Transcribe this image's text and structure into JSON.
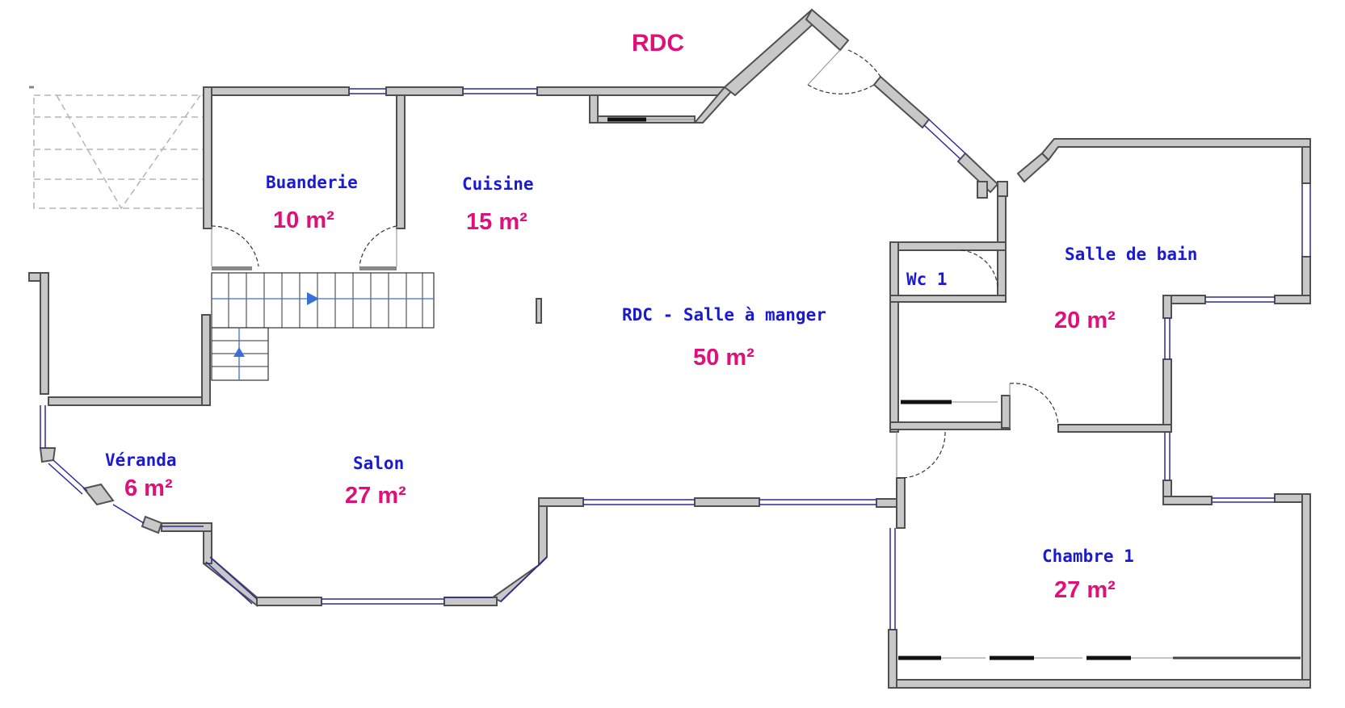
{
  "plan": {
    "title": "RDC",
    "rooms": [
      {
        "id": "buanderie",
        "name": "Buanderie",
        "area": "10 m²"
      },
      {
        "id": "cuisine",
        "name": "Cuisine",
        "area": "15 m²"
      },
      {
        "id": "salle-a-manger",
        "name": "RDC - Salle à manger",
        "area": "50 m²"
      },
      {
        "id": "salle-de-bain",
        "name": "Salle de bain",
        "area": "20 m²"
      },
      {
        "id": "wc",
        "name": "Wc 1",
        "area": ""
      },
      {
        "id": "veranda",
        "name": "Véranda",
        "area": "6 m²"
      },
      {
        "id": "salon",
        "name": "Salon",
        "area": "27 m²"
      },
      {
        "id": "chambre-1",
        "name": "Chambre 1",
        "area": "27 m²"
      }
    ]
  },
  "colors": {
    "wall_fill": "#c8c8c8",
    "wall_stroke": "#505050",
    "room_label": "#1a1ad0",
    "area_label": "#e0107a",
    "window": "#2a2a9a"
  }
}
